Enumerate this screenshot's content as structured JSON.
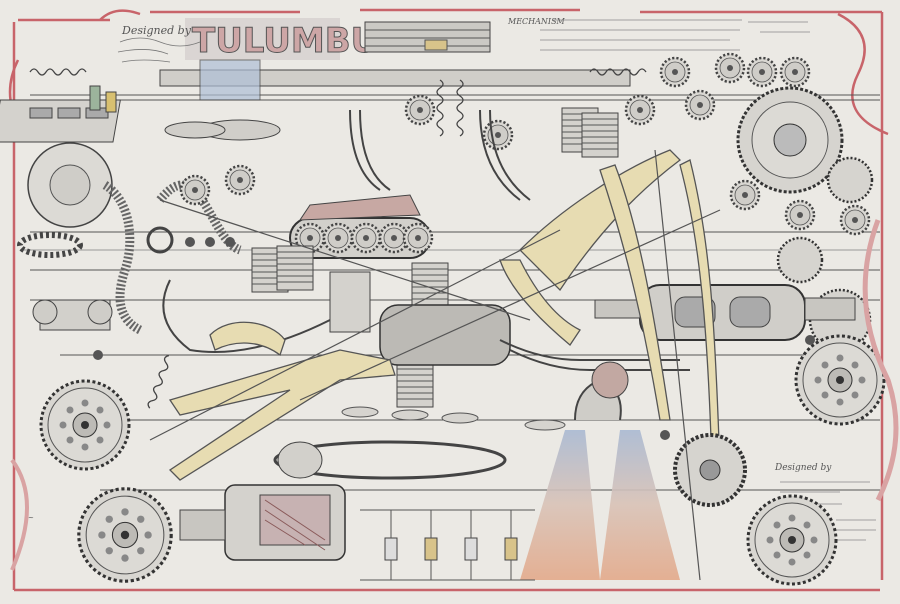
{
  "title": "TULUMBU",
  "header_label": "MECHANISM",
  "credits_top_left": "Designed by",
  "credits_bottom_right": "Designed by",
  "colors": {
    "paper": "#ebe9e4",
    "pencil": "#4a4a4a",
    "border_red": "#c8646a",
    "pipe_red": "#d9a3a3",
    "yellow_arm": "#e7dcb2",
    "blue_tint": "#9bb0c8",
    "flame": "#e3b08f",
    "flame_blue": "#a9b9d2"
  }
}
